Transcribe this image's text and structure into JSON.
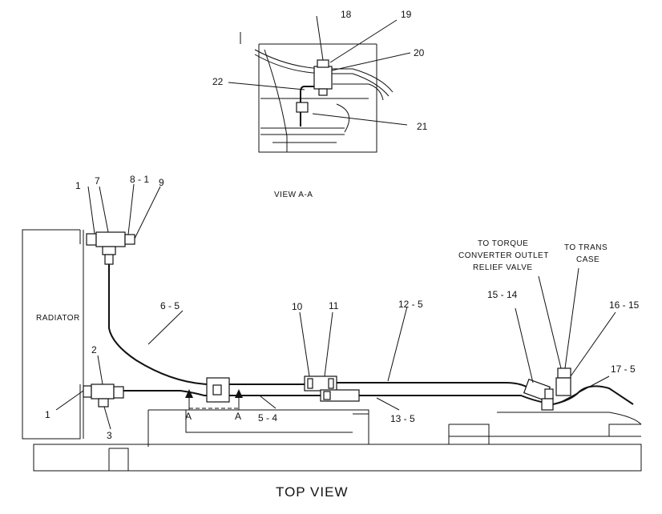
{
  "callouts": {
    "c18": "18",
    "c19": "19",
    "c20": "20",
    "c21": "21",
    "c22": "22",
    "c1a": "1",
    "c7": "7",
    "c8_1": "8 - 1",
    "c9": "9",
    "c2": "2",
    "c1b": "1",
    "c3": "3",
    "c6_5": "6 - 5",
    "c10": "10",
    "c11": "11",
    "c12_5": "12 - 5",
    "c5_4": "5 - 4",
    "c13_5": "13 - 5",
    "c15_14": "15 - 14",
    "c16_15": "16 - 15",
    "c17_5": "17 - 5",
    "secA1": "A",
    "secA2": "A"
  },
  "labels": {
    "view_aa": "VIEW A-A",
    "radiator": "RADIATOR",
    "torque_line1": "TO TORQUE",
    "torque_line2": "CONVERTER OUTLET",
    "torque_line3": "RELIEF VALVE",
    "trans_line1": "TO TRANS",
    "trans_line2": "CASE",
    "top_view": "TOP VIEW"
  }
}
